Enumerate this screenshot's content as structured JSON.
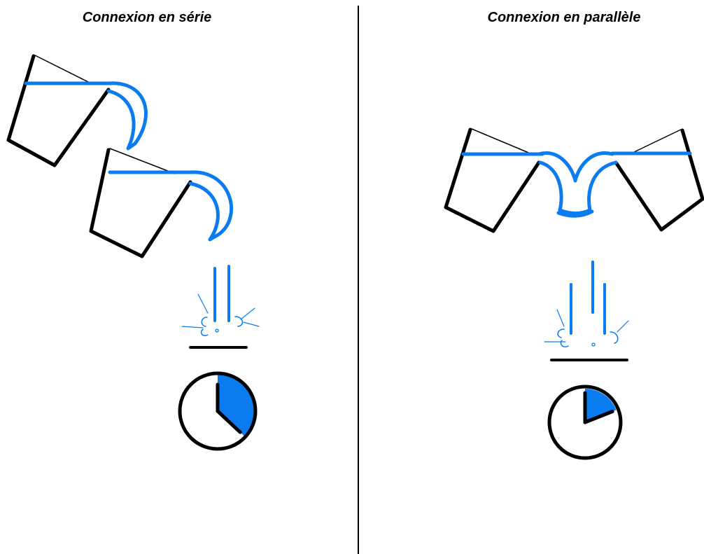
{
  "colors": {
    "water": "#0a7cf0",
    "outline": "#000000",
    "background": "#ffffff"
  },
  "left_panel": {
    "title": "Connexion en série",
    "timer_fill_fraction": 0.37
  },
  "right_panel": {
    "title": "Connexion en parallèle",
    "timer_fill_fraction": 0.19
  }
}
